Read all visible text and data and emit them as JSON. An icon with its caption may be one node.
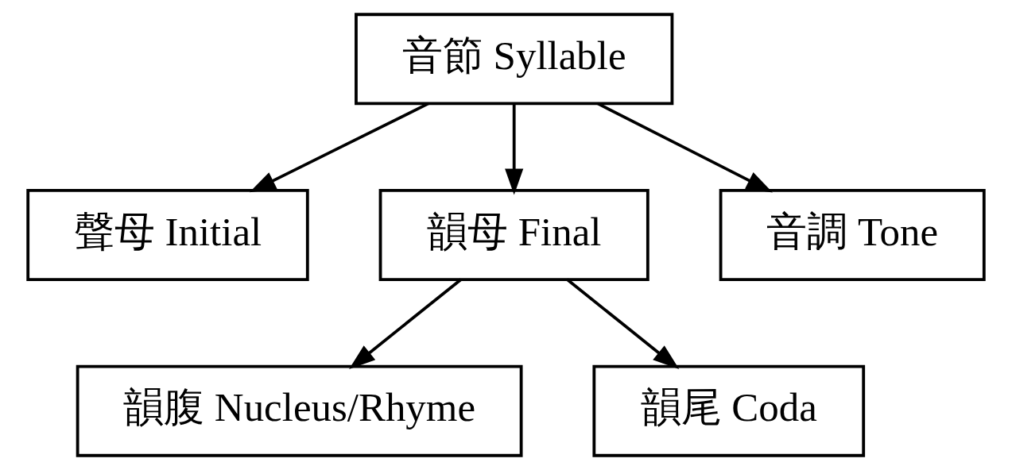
{
  "diagram": {
    "nodes": [
      {
        "text": [
          "音節 Syllable"
        ]
      },
      {
        "text": [
          "聲母 Initial"
        ]
      },
      {
        "text": [
          "韻母 Final"
        ]
      },
      {
        "text": [
          "音調 Tone"
        ]
      },
      {
        "text": [
          "韻腹 Nucleus/Rhyme"
        ]
      },
      {
        "text": [
          "韻尾 Coda"
        ]
      }
    ],
    "edges": [
      {
        "from": 0,
        "to": 1,
        "arrow": "to"
      },
      {
        "from": 0,
        "to": 2,
        "arrow": "to"
      },
      {
        "from": 0,
        "to": 3,
        "arrow": "to"
      },
      {
        "from": 2,
        "to": 4,
        "arrow": "to"
      },
      {
        "from": 2,
        "to": 5,
        "arrow": "to"
      }
    ]
  }
}
